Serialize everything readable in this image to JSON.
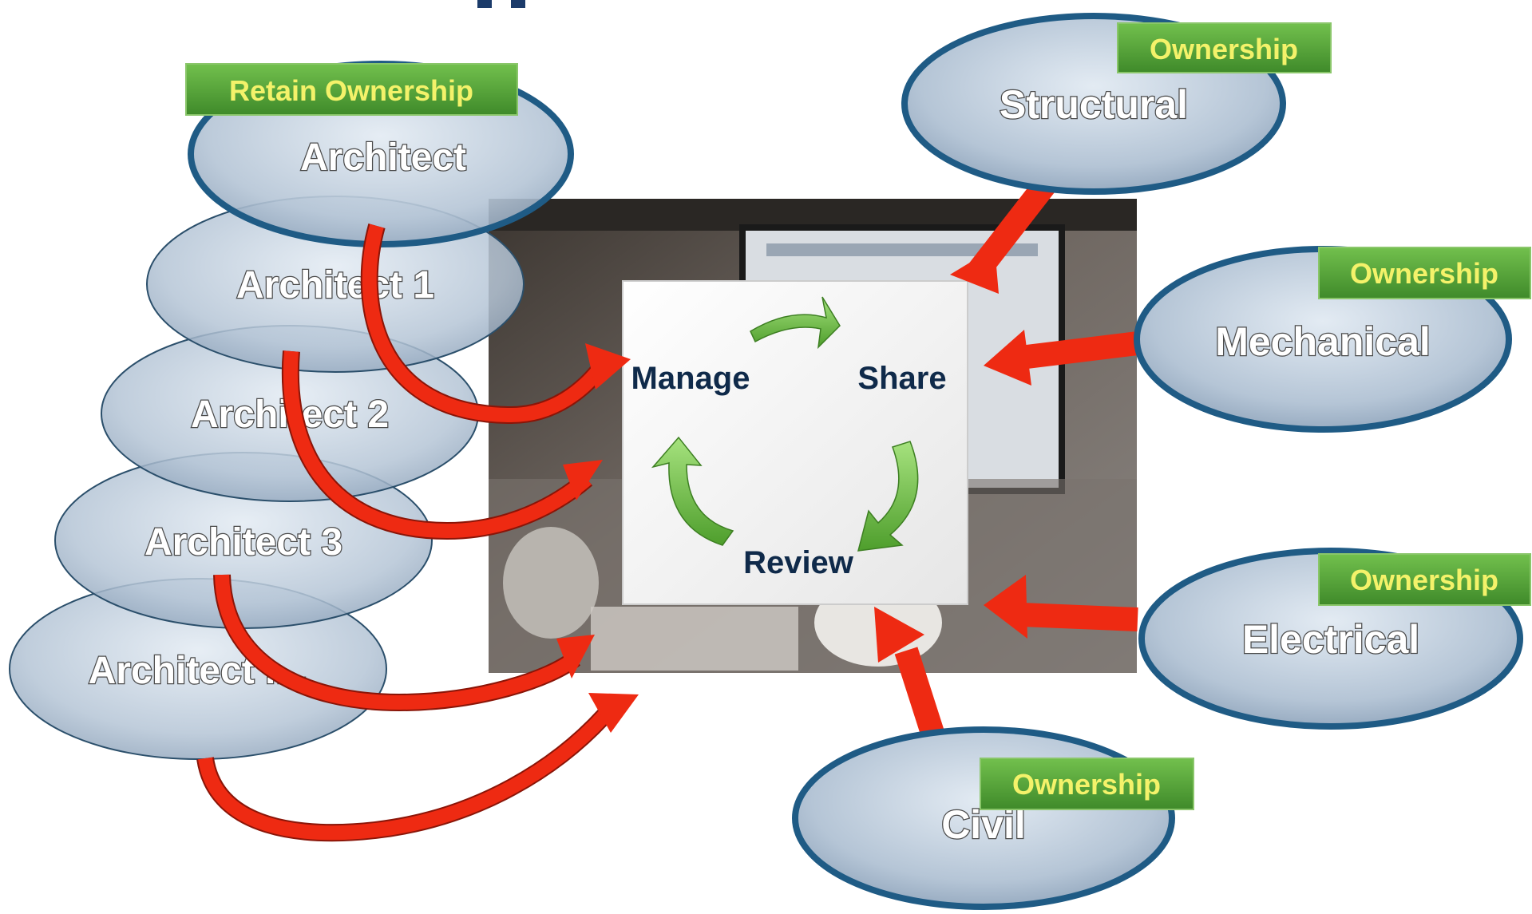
{
  "title_fragment": "",
  "center": {
    "steps": [
      {
        "label": "Manage"
      },
      {
        "label": "Share"
      },
      {
        "label": "Review"
      }
    ]
  },
  "architects": {
    "tag": "Retain Ownership",
    "nodes": [
      {
        "label": "Architect"
      },
      {
        "label": "Architect 1"
      },
      {
        "label": "Architect 2"
      },
      {
        "label": "Architect 3"
      },
      {
        "label": "Architect ...."
      }
    ]
  },
  "disciplines": [
    {
      "label": "Structural",
      "tag": "Ownership"
    },
    {
      "label": "Mechanical",
      "tag": "Ownership"
    },
    {
      "label": "Electrical",
      "tag": "Ownership"
    },
    {
      "label": "Civil",
      "tag": "Ownership"
    }
  ],
  "colors": {
    "arrow": "#ee2a12",
    "ownership_tag": "#5aa83a",
    "tag_text": "#f4f26a",
    "ellipse_stroke": "#1f5b85",
    "cycle_arrow": "#6cc04a",
    "step_text": "#0f2a4a"
  }
}
